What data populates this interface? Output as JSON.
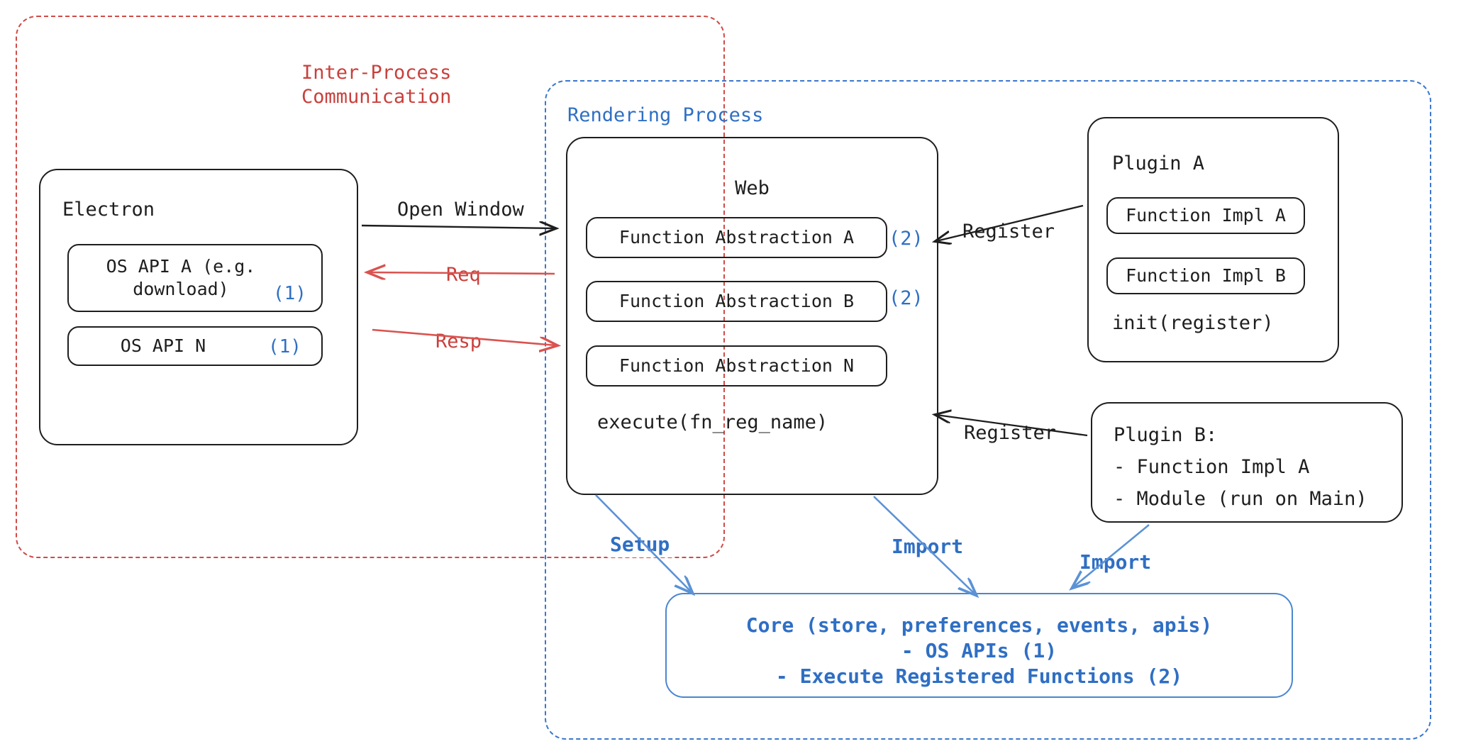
{
  "diagram": {
    "title": "Electron plugin architecture",
    "colors": {
      "ipc_red": "#c9403c",
      "process_blue": "#2f6fc4",
      "core_blue": "#4a86d0",
      "ink": "#1e1e1e"
    }
  },
  "containers": {
    "ipc": {
      "label_line1": "Inter-Process",
      "label_line2": "Communication",
      "style": "dashed-red"
    },
    "rendering_process": {
      "label": "Rendering Process",
      "style": "dashed-blue"
    }
  },
  "electron": {
    "title": "Electron",
    "apis": [
      {
        "name": "OS API A (e.g.\ndownload)",
        "tag": "(1)"
      },
      {
        "name": "OS API N",
        "tag": "(1)"
      }
    ]
  },
  "web": {
    "title": "Web",
    "functions": [
      {
        "name": "Function Abstraction A",
        "tag": "(2)"
      },
      {
        "name": "Function Abstraction B",
        "tag": "(2)"
      },
      {
        "name": "Function Abstraction N",
        "tag": ""
      }
    ],
    "footer": "execute(fn_reg_name)"
  },
  "plugin_a": {
    "title": "Plugin A",
    "impls": [
      "Function Impl A",
      "Function Impl B"
    ],
    "footer": "init(register)"
  },
  "plugin_b": {
    "title": "Plugin B:",
    "items": [
      "- Function Impl A",
      "- Module (run on Main)"
    ]
  },
  "core": {
    "line1": "Core (store, preferences, events, apis)",
    "line2": "- OS APIs (1)",
    "line3": "- Execute Registered Functions (2)"
  },
  "edges": {
    "open_window": "Open Window",
    "req": "Req",
    "resp": "Resp",
    "register_a": "Register",
    "register_b": "Register",
    "setup": "Setup",
    "import_web": "Import",
    "import_plugin": "Import"
  }
}
